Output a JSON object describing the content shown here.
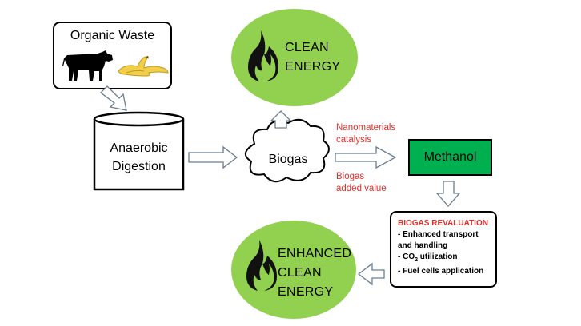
{
  "organic_waste": {
    "title": "Organic Waste"
  },
  "digestion": {
    "line1": "Anaerobic",
    "line2": "Digestion"
  },
  "biogas": {
    "label": "Biogas"
  },
  "clean_energy": {
    "line1": "CLEAN",
    "line2": "ENERGY"
  },
  "arrow_labels": {
    "top_line1": "Nanomaterials",
    "top_line2": "catalysis",
    "bottom_line1": "Biogas",
    "bottom_line2": "added value"
  },
  "methanol": {
    "label": "Methanol"
  },
  "revaluation": {
    "title": "BIOGAS REVALUATION",
    "items": [
      "- Enhanced transport",
      "and handling",
      "- CO",
      "2",
      " utilization",
      "- Fuel cells application"
    ]
  },
  "enhanced": {
    "line1": "ENHANCED",
    "line2": "CLEAN",
    "line3": "ENERGY"
  },
  "colors": {
    "circle_green": "#92d050",
    "methanol_green": "#00b050",
    "annotation_red": "#e0302c",
    "arrow_fill": "#ffffff",
    "arrow_stroke": "#6b7d8f"
  },
  "icons": [
    "cow-icon",
    "banana-peel-icon",
    "flame-icon"
  ]
}
